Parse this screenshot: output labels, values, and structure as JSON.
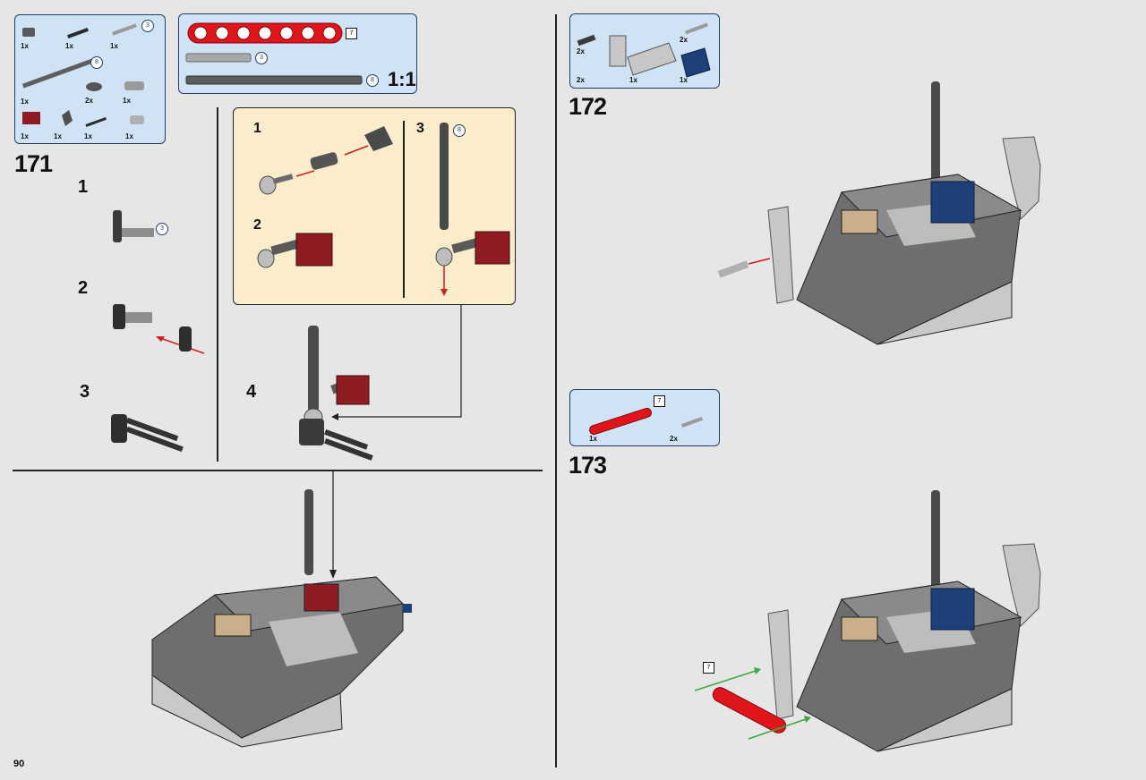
{
  "page": {
    "number": "90"
  },
  "parts_171": {
    "quantities": [
      "1x",
      "1x",
      "1x",
      "1x",
      "2x",
      "1x",
      "1x",
      "1x",
      "1x",
      "1x"
    ],
    "length_labels": [
      "3",
      "8"
    ]
  },
  "scale_box": {
    "beam_length": "7",
    "axle_short_length": "3",
    "axle_long_length": "8",
    "scale_label": "1:1"
  },
  "step_171": {
    "number": "171",
    "substeps": [
      "1",
      "2",
      "3",
      "4"
    ],
    "sub1_length": "3"
  },
  "sub_panel": {
    "substeps": [
      "1",
      "2",
      "3"
    ],
    "axle_length": "8"
  },
  "parts_172": {
    "quantities": [
      "2x",
      "2x",
      "1x",
      "2x",
      "1x"
    ]
  },
  "step_172": {
    "number": "172"
  },
  "parts_173": {
    "quantities": [
      "1x",
      "2x"
    ],
    "beam_length": "7"
  },
  "step_173": {
    "number": "173",
    "callout_length": "7"
  },
  "colors": {
    "panel_blue": "#cfe3f5",
    "panel_border": "#1f3f66",
    "subpanel_cream": "#fbeccb",
    "brick_red": "#8e1c22",
    "beam_red": "#e0151b",
    "brick_blue": "#1d3f7a",
    "tan": "#c9b08a",
    "dark_gray": "#4a4a4a",
    "light_gray": "#b9b9b9",
    "arrow_red": "#d11d1d",
    "arrow_green": "#3aa845"
  }
}
